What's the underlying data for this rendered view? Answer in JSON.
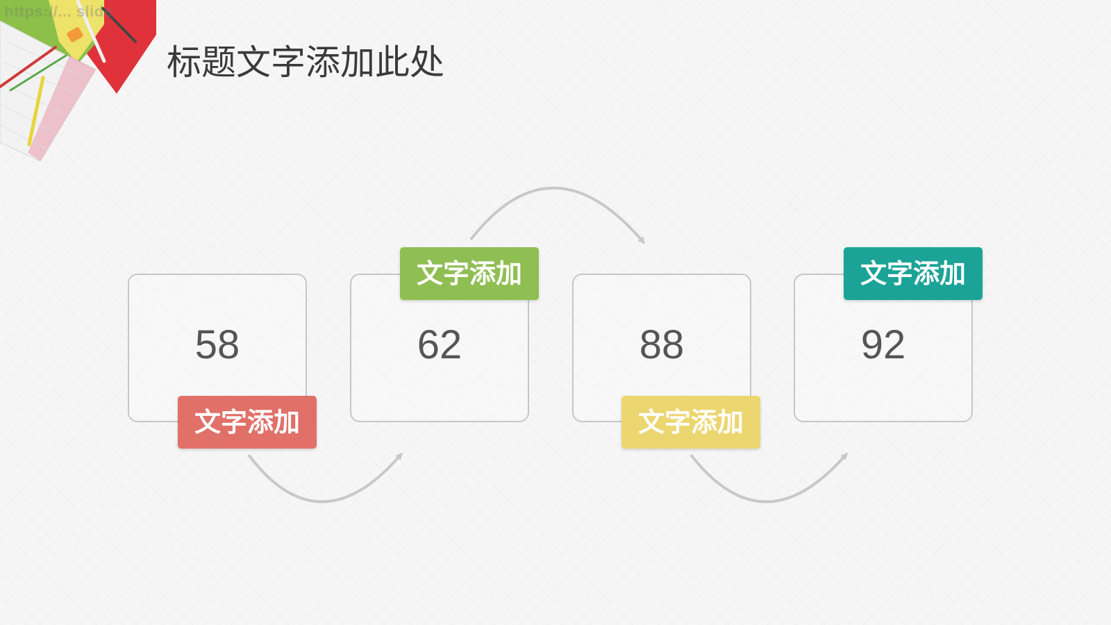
{
  "watermark": "https://... slide",
  "title": "标题文字添加此处",
  "stages": [
    {
      "value": "58",
      "tag": "文字添加",
      "tag_color": "#e07068"
    },
    {
      "value": "62",
      "tag": "文字添加",
      "tag_color": "#8fbe53"
    },
    {
      "value": "88",
      "tag": "文字添加",
      "tag_color": "#ecd670"
    },
    {
      "value": "92",
      "tag": "文字添加",
      "tag_color": "#1aa396"
    }
  ],
  "colors": {
    "box_border": "#c6c6c6",
    "arc": "#c8c8c8",
    "title": "#3a3a3a",
    "value": "#555555"
  }
}
